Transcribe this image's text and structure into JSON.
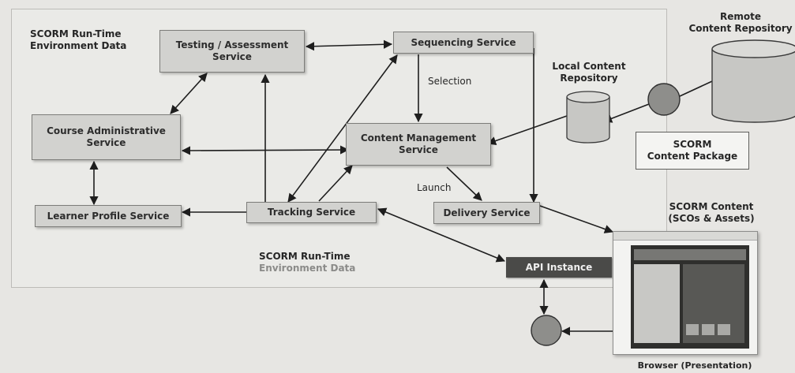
{
  "region_labels": {
    "top_left": "SCORM Run-Time\nEnvironment Data",
    "bottom_line1": "SCORM Run-Time",
    "bottom_line2": "Environment Data"
  },
  "services": {
    "testing": "Testing / Assessment\nService",
    "sequencing": "Sequencing Service",
    "course_admin": "Course Administrative\nService",
    "content_mgmt": "Content Management\nService",
    "learner_profile": "Learner Profile Service",
    "tracking": "Tracking Service",
    "delivery": "Delivery Service"
  },
  "edge_labels": {
    "selection": "Selection",
    "launch": "Launch"
  },
  "repositories": {
    "local": "Local Content\nRepository",
    "remote": "Remote\nContent Repository"
  },
  "package": "SCORM\nContent Package",
  "content": "SCORM Content\n(SCOs & Assets)",
  "api": "API Instance",
  "browser": "Browser (Presentation)"
}
